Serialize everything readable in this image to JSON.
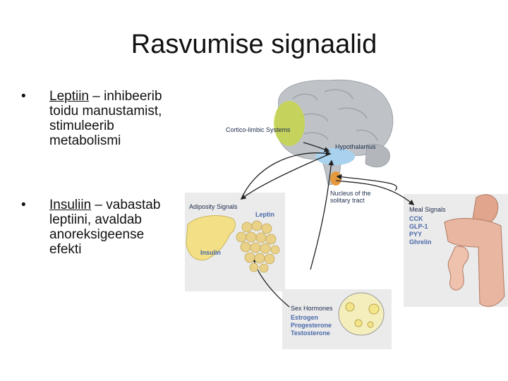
{
  "slide": {
    "title": "Rasvumise signaalid",
    "bullets": [
      {
        "bullet": "•",
        "term": "Leptiin",
        "rest": " – inhibeerib toidu manustamist, stimuleerib metabolismi"
      },
      {
        "bullet": "•",
        "term": "Insuliin",
        "rest": " – vabastab leptiini, avaldab anoreksigeense efekti"
      }
    ]
  },
  "diagram": {
    "labels": {
      "cortico_limbic": "Cortico-limbic Systems",
      "hypothalamus": "Hypothalamus",
      "nucleus_line1": "Nucleus of the",
      "nucleus_line2": "solitary tract",
      "adiposity": "Adiposity Signals",
      "leptin": "Leptin",
      "insulin": "Insulin",
      "meal_signals": "Meal Signals",
      "meal_items": [
        "CCK",
        "GLP-1",
        "PYY",
        "Ghrelin"
      ],
      "sex_hormones": "Sex Hormones",
      "sex_items": [
        "Estrogen",
        "Progesterone",
        "Testosterone"
      ]
    }
  }
}
